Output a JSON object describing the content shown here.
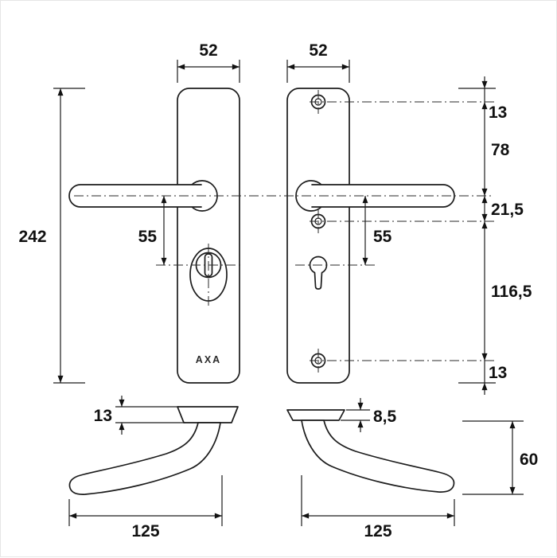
{
  "drawing": {
    "brand": "AXA",
    "front": {
      "plate_width_left": "52",
      "plate_width_right": "52",
      "plate_height": "242",
      "handle_to_cylinder_left": "55",
      "handle_to_cylinder_right": "55",
      "edge_to_top_screw": "13",
      "top_screw_to_handle": "78",
      "handle_to_mid_screw": "21,5",
      "mid_to_bottom_screw": "116,5",
      "bottom_screw_to_edge": "13"
    },
    "side": {
      "plate_thickness_left": "13",
      "plate_thickness_right": "8,5",
      "handle_height": "60",
      "handle_length_left": "125",
      "handle_length_right": "125"
    }
  }
}
